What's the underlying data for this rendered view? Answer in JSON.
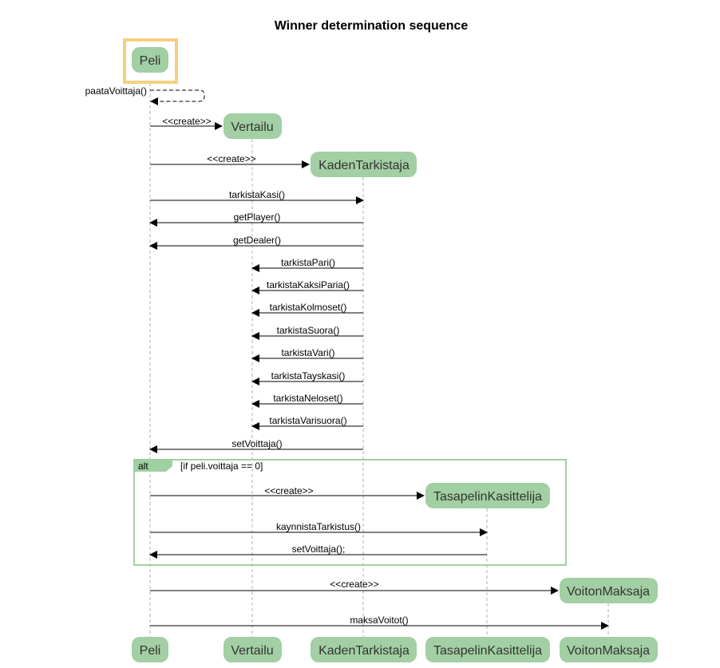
{
  "title": "Winner determination sequence",
  "colors": {
    "participant_fill": "#a2cfa3",
    "highlight": "#f5d07f",
    "lifeline": "#b0b0b0",
    "frame": "#9fd0a0",
    "tab": "#9fd0a0",
    "line": "#000000"
  },
  "participants": [
    {
      "name": "Peli"
    },
    {
      "name": "Vertailu"
    },
    {
      "name": "KadenTarkistaja"
    },
    {
      "name": "TasapelinKasittelija"
    },
    {
      "name": "VoitonMaksaja"
    }
  ],
  "messages": [
    {
      "label": "paataVoittaja()"
    },
    {
      "label": "<<create>>"
    },
    {
      "label": "<<create>>"
    },
    {
      "label": "tarkistaKasi()"
    },
    {
      "label": "getPlayer()"
    },
    {
      "label": "getDealer()"
    },
    {
      "label": "tarkistaPari()"
    },
    {
      "label": "tarkistaKaksiParia()"
    },
    {
      "label": "tarkistaKolmoset()"
    },
    {
      "label": "tarkistaSuora()"
    },
    {
      "label": "tarkistaVari()"
    },
    {
      "label": "tarkistaTayskasi()"
    },
    {
      "label": "tarkistaNeloset()"
    },
    {
      "label": "tarkistaVarisuora()"
    },
    {
      "label": "setVoittaja()"
    },
    {
      "label": "<<create>>"
    },
    {
      "label": "kaynnistaTarkistus()"
    },
    {
      "label": "setVoittaja();"
    },
    {
      "label": "<<create>>"
    },
    {
      "label": "maksaVoitot()"
    }
  ],
  "fragment": {
    "keyword": "alt",
    "condition": "[if peli.voittaja == 0]"
  }
}
